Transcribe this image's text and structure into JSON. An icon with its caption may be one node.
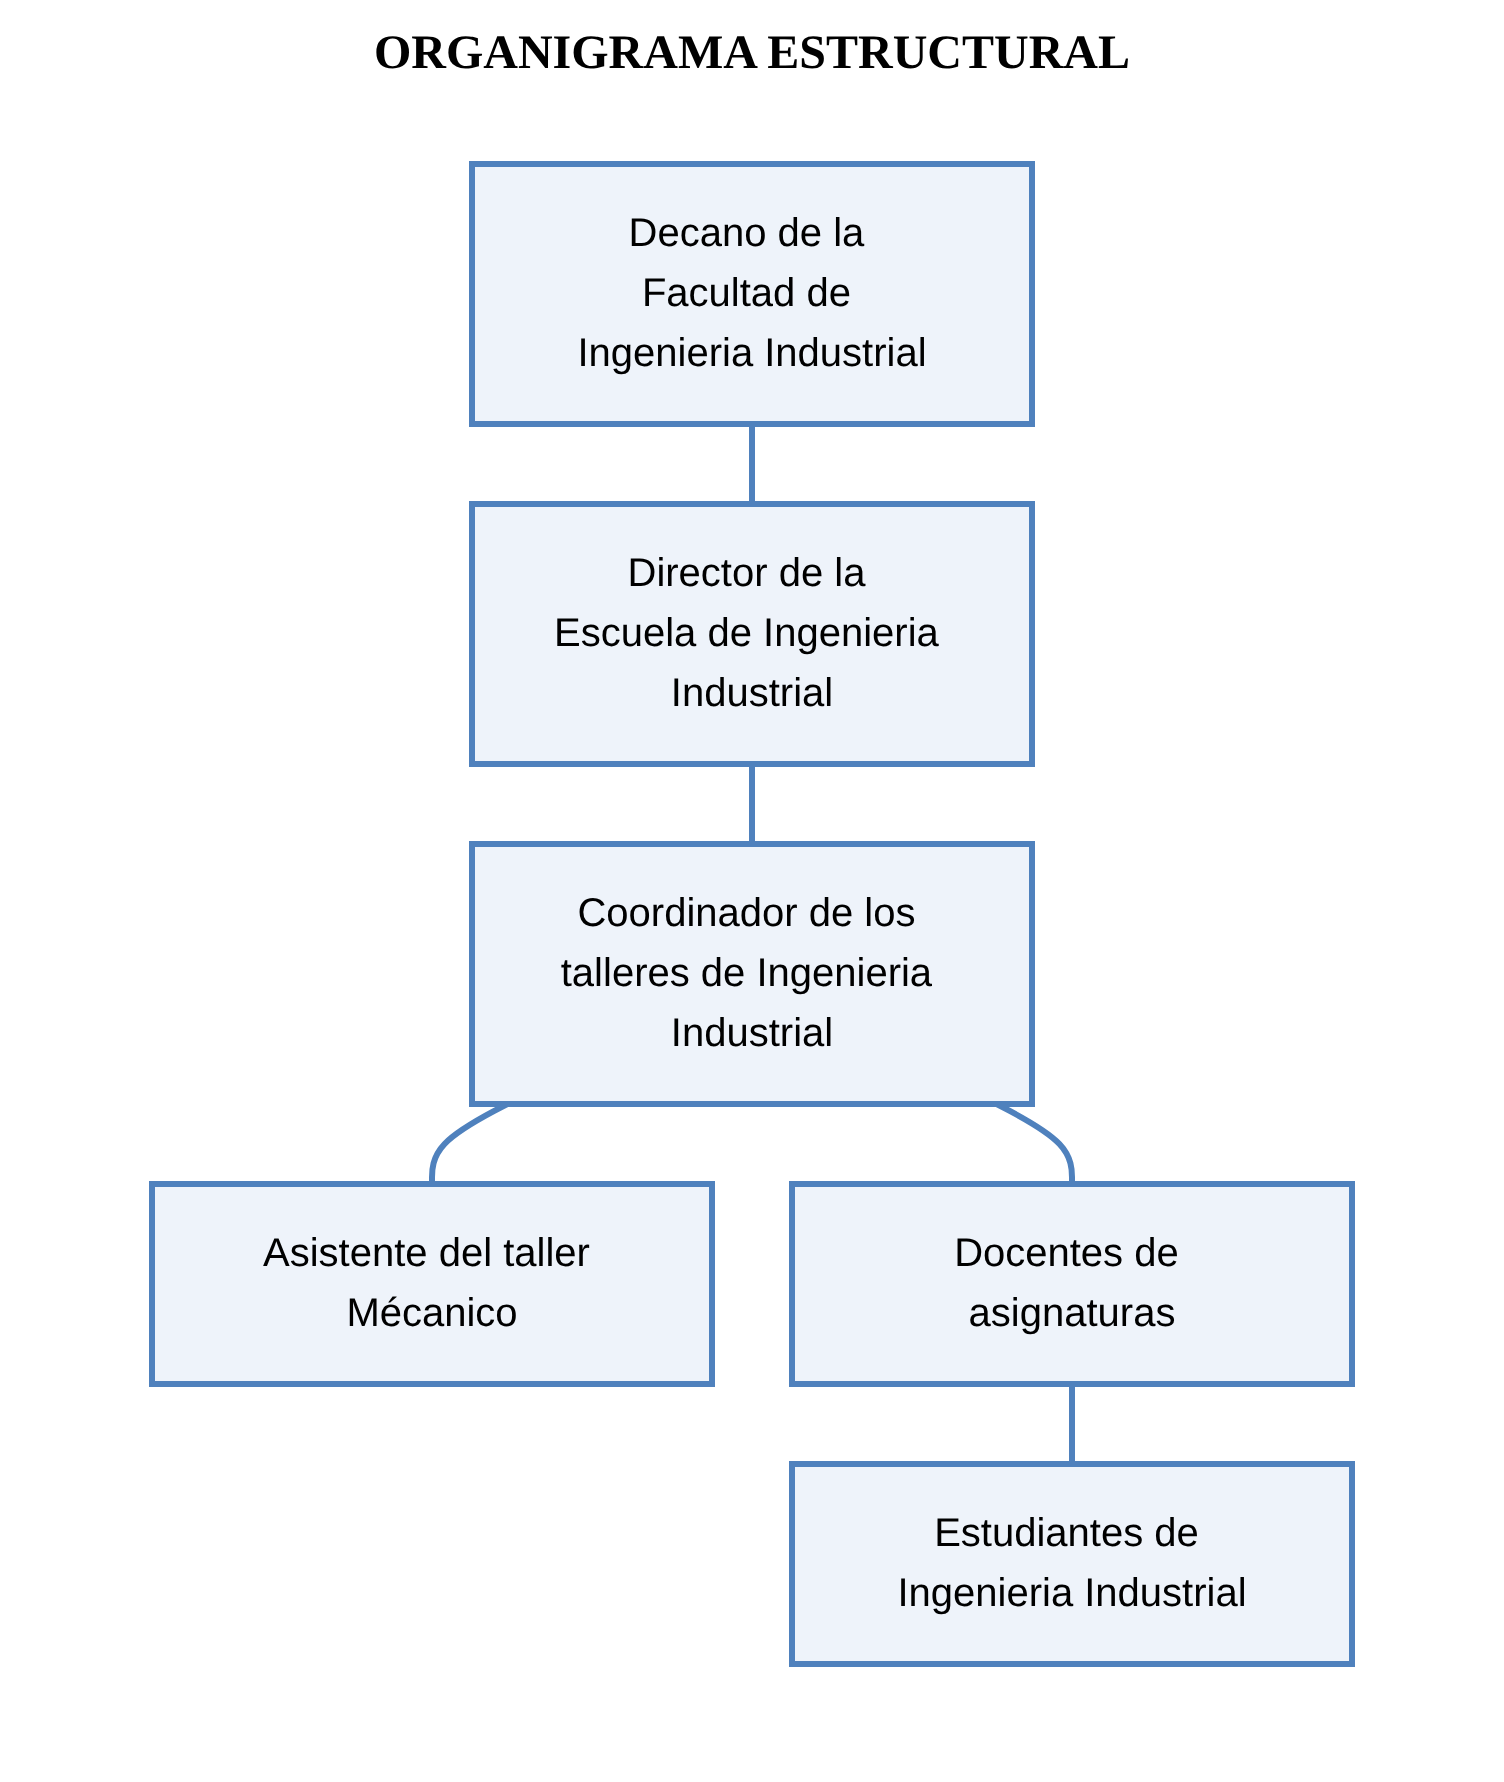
{
  "diagram": {
    "title": "ORGANIGRAMA ESTRUCTURAL",
    "nodes": [
      {
        "text": [
          "Decano de la Facultad de Ingenieria Industrial"
        ]
      },
      {
        "text": [
          "Director de la Escuela de Ingenieria Industrial"
        ]
      },
      {
        "text": [
          "Coordinador de los talleres de Ingenieria Industrial"
        ]
      },
      {
        "text": [
          "Asistente del taller Mécanico"
        ]
      },
      {
        "text": [
          "Docentes de asignaturas"
        ]
      },
      {
        "text": [
          "Estudiantes de Ingenieria Industrial"
        ]
      }
    ],
    "edges": [
      {
        "from": 0,
        "to": 1,
        "arrow": "none"
      },
      {
        "from": 1,
        "to": 2,
        "arrow": "none"
      },
      {
        "from": 2,
        "to": 3,
        "arrow": "none"
      },
      {
        "from": 2,
        "to": 4,
        "arrow": "none"
      },
      {
        "from": 4,
        "to": 5,
        "arrow": "none"
      }
    ]
  }
}
